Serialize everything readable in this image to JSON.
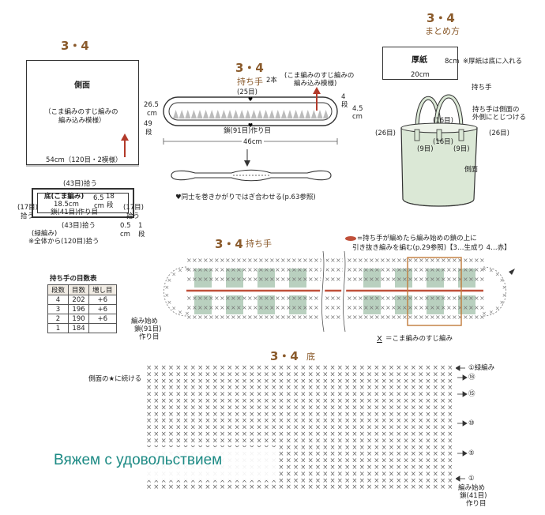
{
  "headings": {
    "side": "3・4",
    "handle_top": "3・4",
    "handle_title": "持ち手",
    "handle_count": "2本",
    "assembly_code": "3・4",
    "assembly_title": "まとめ方",
    "chart_handle_code": "3・4",
    "chart_handle_title": "持ち手",
    "bottom_code": "3・4",
    "bottom_title": "底"
  },
  "side_panel": {
    "title": "側面",
    "pattern_line1": "（こま編みのすじ編みの",
    "pattern_line2": "編み込み模様）",
    "top_pickup": "(43目)拾う",
    "height_cm": "26.5",
    "height_unit": "cm",
    "height_rows": "49",
    "height_rows_unit": "段",
    "width": "54cm（120目・2模様）"
  },
  "bottom_panel": {
    "top_pickup": "(43目)拾う",
    "title": "底(こま編み)",
    "width": "18.5cm",
    "chain": "鎖(41目)作り目",
    "depth": "6.5",
    "depth_unit": "cm",
    "depth_rows": "18",
    "depth_rows_unit": "段",
    "left_pickup_num": "(17目)",
    "left_pickup_lbl": "拾う",
    "right_pickup_num": "(17目)",
    "right_pickup_lbl": "拾う",
    "bottom_pickup": "(43目)拾う",
    "edge_num": "0.5",
    "edge_unit": "cm",
    "edge_rows": "1",
    "edge_rows_unit": "段",
    "edge_name": "(緑編み)",
    "edge_note": "※全体から(120目)拾う"
  },
  "handle_diagram": {
    "top_sts": "(25目)",
    "pattern_line1": "(こま編みのすじ編みの",
    "pattern_line2": "編み込み模様)",
    "rows": "4",
    "rows_unit": "段",
    "depth": "4.5",
    "depth_unit": "cm",
    "chain": "鎖(91目)作り目",
    "length": "46cm",
    "joining_note": "♥同士を巻きかがりではぎ合わせる(p.63参照)"
  },
  "assembly": {
    "board_label": "厚紙",
    "board_height": "8cm",
    "board_note": "※厚紙は底に入れる",
    "board_width": "20cm",
    "handle_label": "持ち手",
    "handle_note_line1": "持ち手は側面の",
    "handle_note_line2": "外側にとじつける",
    "left_26": "(26目)",
    "right_26": "(26目)",
    "top_16": "(16目)",
    "mid_16": "(16目)",
    "left_9": "(9目)",
    "right_9": "(9目)",
    "side_label": "側面"
  },
  "row_table": {
    "title": "持ち手の目数表",
    "headers": [
      "段数",
      "目数",
      "増し目"
    ],
    "rows": [
      [
        "4",
        "202",
        "+6"
      ],
      [
        "3",
        "196",
        "+6"
      ],
      [
        "2",
        "190",
        "+6"
      ],
      [
        "1",
        "184",
        ""
      ]
    ]
  },
  "chart_handle": {
    "legend_line1": "=持ち手が編めたら編み始めの鎖の上に",
    "legend_line2": "引き抜き編みを編む(p.29参照)【3…生成り 4…赤】",
    "start_label_line1": "編み始め",
    "start_label_line2": "鎖(91目)",
    "start_label_line3": "作り目",
    "symbol_note": "＝こま編みのすじ編み",
    "symbol_glyph": "X"
  },
  "bottom_chart": {
    "continue_note": "側面の★に続ける",
    "row_labels": [
      {
        "num": "①",
        "label": "緑編み"
      },
      {
        "num": "⑱",
        "label": ""
      },
      {
        "num": "⑮",
        "label": ""
      },
      {
        "num": "⑩",
        "label": ""
      },
      {
        "num": "⑤",
        "label": ""
      },
      {
        "num": "①",
        "label": ""
      }
    ],
    "start_line1": "編み始め",
    "start_line2": "鎖(41目)",
    "start_line3": "作り目"
  },
  "watermark": "Вяжем с удовольствием",
  "colors": {
    "heading": "#8a5a2b",
    "pattern_green": "#b9d0bf",
    "slip_red": "#c0503a",
    "watermark": "#1c8a84",
    "bag_green": "#dbe8d6"
  }
}
